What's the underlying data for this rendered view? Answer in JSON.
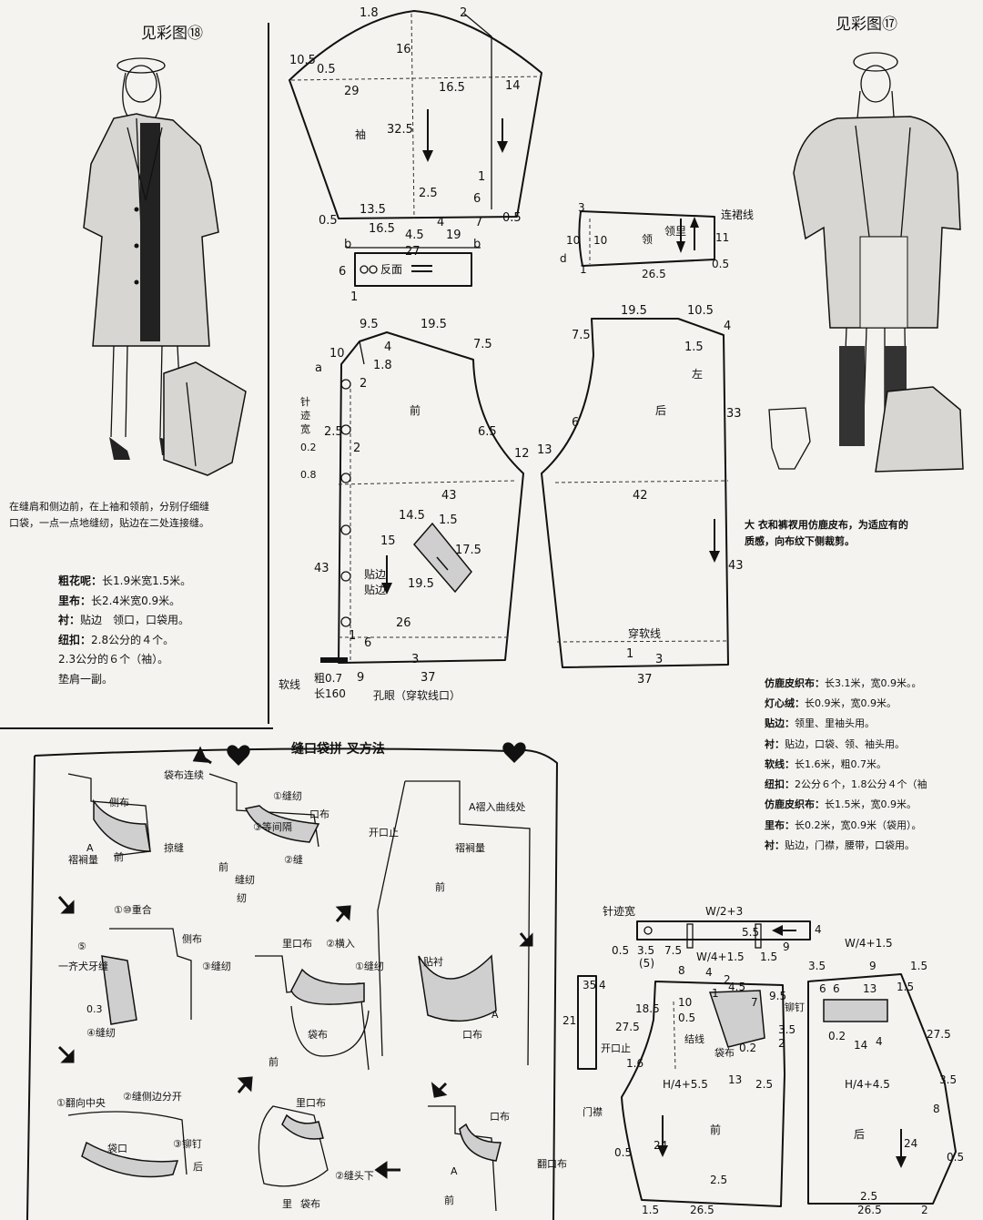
{
  "figure_headers": {
    "left": "见彩图⑱",
    "right": "见彩图⑰"
  },
  "note_left": [
    "在缝肩和侧边前，在上袖和领前，分别仔细缝",
    "口袋，一点一点地缝纫，贴边在二处连接缝。"
  ],
  "materials_left": [
    {
      "label": "粗花呢：",
      "value": "长1.9米宽1.5米。"
    },
    {
      "label": "里布：",
      "value": "长2.4米宽0.9米。"
    },
    {
      "label": "衬：",
      "value": "贴边　领口，口袋用。"
    },
    {
      "label": "纽扣：",
      "value": "2.8公分的４个。"
    },
    {
      "label": "",
      "value": "2.3公分的６个（袖）。"
    },
    {
      "label": "",
      "value": "垫肩一副。"
    }
  ],
  "note_right": [
    "大 衣和裤衩用仿鹿皮布，为适应有的",
    "质感，向布纹下侧裁剪。"
  ],
  "materials_right": [
    {
      "label": "仿鹿皮织布：",
      "value": "长3.1米，宽0.9米。。"
    },
    {
      "label": "灯心绒：",
      "value": "长0.9米，宽0.9米。"
    },
    {
      "label": "贴边：",
      "value": "领里、里袖头用。"
    },
    {
      "label": "衬：",
      "value": "贴边，口袋、领、袖头用。"
    },
    {
      "label": "软线：",
      "value": "长1.6米，粗0.7米。"
    },
    {
      "label": "纽扣：",
      "value": "2公分６个，1.8公分４个（袖"
    },
    {
      "label": "仿鹿皮织布：",
      "value": "长1.5米，宽0.9米。"
    },
    {
      "label": "里布：",
      "value": "长0.2米，宽0.9米（袋用）。"
    },
    {
      "label": "衬：",
      "value": "贴边，门襟，腰带，口袋用。"
    }
  ],
  "pocket_section_title": "缝口袋拼 叉方法",
  "sleeve": {
    "piece_label": "袖",
    "dims": [
      "1.8",
      "2",
      "10.5",
      "0.5",
      "16",
      "29",
      "16.5",
      "14",
      "32.5",
      "2.5",
      "6",
      "0.5",
      "13.5",
      "16.5",
      "4.5",
      "4",
      "19",
      "7",
      "0.5",
      "1"
    ],
    "cuff_dims": [
      "b",
      "27",
      "b",
      "6",
      "1"
    ],
    "cuff_label": "反面"
  },
  "collar": {
    "label_a": "领",
    "label_b": "领里",
    "fold_label": "连裙线",
    "dims": [
      "3",
      "10",
      "10",
      "d",
      "1",
      "26.5",
      "11",
      "0.5"
    ]
  },
  "front_panel": {
    "label": "前",
    "facing_label": "贴边",
    "stitch_label": [
      "针",
      "迹",
      "宽",
      "0.2",
      "0.8"
    ],
    "dims": [
      "9.5",
      "19.5",
      "7.5",
      "10",
      "4",
      "1.8",
      "a",
      "2",
      "2.5",
      "2",
      "6.5",
      "12",
      "43",
      "14.5",
      "1.5",
      "15",
      "17.5",
      "19.5",
      "43",
      "26",
      "1",
      "6",
      "3",
      "9",
      "37"
    ],
    "soft_line": "软线",
    "soft_line_spec": [
      "粗0.7",
      "长160"
    ],
    "buttonhole": "孔眼（穿软线口）"
  },
  "back_panel": {
    "label": "后",
    "left_label": "左",
    "channel_label": "穿软线",
    "dims": [
      "19.5",
      "10.5",
      "4",
      "7.5",
      "1.5",
      "33",
      "6",
      "13",
      "42",
      "43",
      "1",
      "3",
      "37"
    ]
  },
  "pocket_steps": {
    "labels": [
      "袋布连续",
      "侧布",
      "A",
      "褶裥量",
      "前",
      "掠缝",
      "①缝纫",
      "口布",
      "③等间隔",
      "②缝",
      "前",
      "缝纫",
      "纫",
      "开口止",
      "A褶入曲线处",
      "褶裥量",
      "前",
      "①⑩重合",
      "侧布",
      "一齐犬牙缝",
      "⑤",
      "③缝纫",
      "0.3",
      "④缝纫",
      "里口布",
      "②横入",
      "①缝纫",
      "袋布",
      "前",
      "贴衬",
      "A",
      "口布",
      "①翻向中央",
      "②缝侧边分开",
      "袋口",
      "③铆钉",
      "后",
      "里口布",
      "②缝头下",
      "里",
      "袋布",
      "口布",
      "A",
      "前",
      "翻口布"
    ]
  },
  "shorts": {
    "waistband": [
      "针迹宽",
      "0.5",
      "W/2+3",
      "5.5",
      "1.5",
      "9",
      "4"
    ],
    "front_label": "前",
    "back_label": "后",
    "fly_label": [
      "开口止",
      "门襟"
    ],
    "pocket_label": [
      "袋布",
      "结线"
    ],
    "rivet_label": "铆钉",
    "dims": [
      "3.5",
      "(5)",
      "7.5",
      "W/4+1.5",
      "8",
      "4",
      "10",
      "18.5",
      "27.5",
      "0.5",
      "1",
      "2",
      "4.5",
      "7",
      "9.5",
      "3.5",
      "2",
      "0.2",
      "1.6",
      "H/4+5.5",
      "24",
      "0.5",
      "2.5",
      "26.5",
      "1.5",
      "13",
      "2.5",
      "W/4+1.5",
      "3.5",
      "9",
      "1.5",
      "6",
      "6",
      "13",
      "1.5",
      "0.2",
      "14",
      "4",
      "27.5",
      "H/4+4.5",
      "3.5",
      "8",
      "24",
      "0.5",
      "2.5",
      "26.5",
      "2",
      "35",
      "21",
      "4"
    ]
  },
  "colors": {
    "paper": "#f4f3f0",
    "ink": "#111111",
    "fabric_gray": "#d8d6d2",
    "pocket_fill": "#cfcfcf"
  },
  "icons": [
    "heart-icon",
    "arrow-icon",
    "button-icon",
    "grainline-arrow-icon"
  ]
}
